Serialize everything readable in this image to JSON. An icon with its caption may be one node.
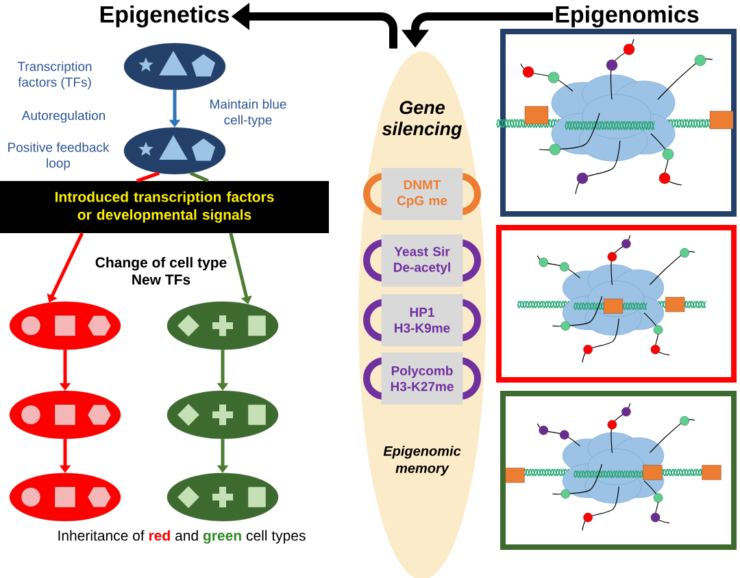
{
  "diagram": {
    "nodes": [
      {
        "text": [],
        "shape": "ellipse"
      },
      {
        "text": [],
        "shape": "ellipse"
      },
      {
        "text": [
          "Introduced transcription factors or developmental signals"
        ]
      },
      {
        "text": [],
        "shape": "ellipse"
      },
      {
        "text": [],
        "shape": "ellipse"
      },
      {
        "text": [],
        "shape": "ellipse"
      },
      {
        "text": [],
        "shape": "ellipse"
      },
      {
        "text": [],
        "shape": "ellipse"
      },
      {
        "text": [],
        "shape": "ellipse"
      },
      {
        "text": [
          "Gene silencing",
          "Epigenomic memory"
        ]
      },
      {
        "text": [
          "DNMT CpG me"
        ],
        "in": 9
      },
      {
        "text": [
          "Yeast Sir De-acetyl"
        ],
        "in": 9
      },
      {
        "text": [
          "HP1 H3-K9me"
        ],
        "in": 9
      },
      {
        "text": [
          "Polycomb H3-K27me"
        ],
        "in": 9
      },
      {
        "text": [
          "Epigenetics"
        ]
      },
      {
        "text": [
          "Epigenomics"
        ]
      }
    ],
    "edges": [
      {
        "from": 0,
        "to": 1,
        "arrow": "to",
        "color": "#2e75b6"
      },
      {
        "from": 1,
        "to": 2,
        "arrow": "none",
        "color": "#ff0000"
      },
      {
        "from": 2,
        "to": 3,
        "arrow": "to",
        "color": "#ff0000"
      },
      {
        "from": 1,
        "to": 2,
        "arrow": "none",
        "color": "#4e7d32"
      },
      {
        "from": 2,
        "to": 4,
        "arrow": "to",
        "color": "#4e7d32"
      },
      {
        "from": 3,
        "to": 5,
        "arrow": "to",
        "color": "#ff0000"
      },
      {
        "from": 5,
        "to": 7,
        "arrow": "to",
        "color": "#ff0000"
      },
      {
        "from": 4,
        "to": 6,
        "arrow": "to",
        "color": "#4e7d32"
      },
      {
        "from": 6,
        "to": 8,
        "arrow": "to",
        "color": "#4e7d32"
      },
      {
        "from": 9,
        "to": 14,
        "arrow": "to",
        "style": "thick",
        "color": "#000000"
      },
      {
        "from": 15,
        "to": 9,
        "arrow": "to",
        "style": "thick",
        "color": "#000000"
      }
    ],
    "labels": [
      "Transcription factors (TFs)",
      "Autoregulation",
      "Positive feedback loop",
      "Maintain blue cell-type",
      "Change of cell type New TFs",
      "Inheritance of **red** and **green** cell types"
    ]
  }
}
